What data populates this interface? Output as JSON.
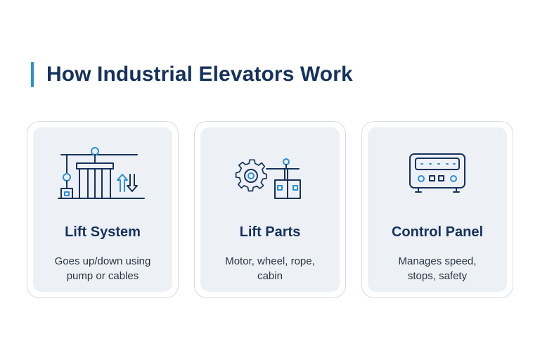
{
  "header": {
    "title": "How Industrial Elevators Work",
    "accent_color": "#2b8fd6",
    "title_color": "#16325c"
  },
  "cards": [
    {
      "icon": "lift-system-icon",
      "title": "Lift System",
      "desc_lines": [
        "Goes up/down using",
        "pump or cables"
      ]
    },
    {
      "icon": "gear-pulley-icon",
      "title": "Lift Parts",
      "desc_lines": [
        "Motor, wheel, rope,",
        "cabin"
      ]
    },
    {
      "icon": "control-panel-icon",
      "title": "Control Panel",
      "desc_lines": [
        "Manages speed,",
        "stops, safety"
      ]
    }
  ],
  "colors": {
    "icon_stroke": "#16325c",
    "icon_accent": "#2b8fd6",
    "card_fill": "#edf1f6",
    "card_border": "#d6dbe2"
  }
}
